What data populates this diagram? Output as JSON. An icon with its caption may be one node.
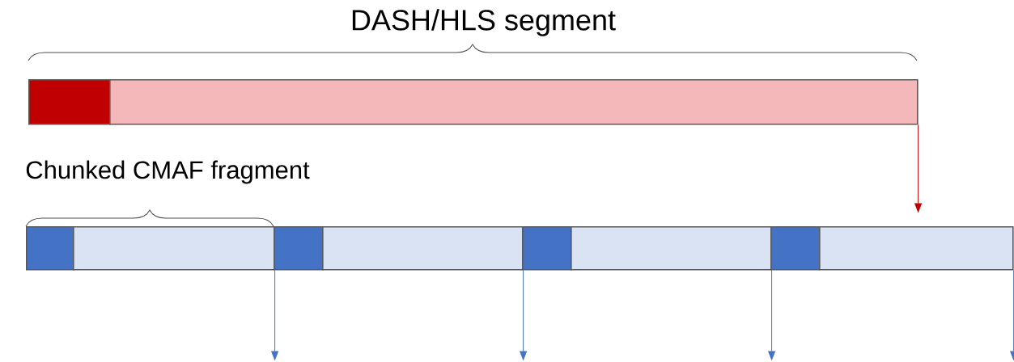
{
  "diagram": {
    "nodes": [
      {
        "text": [],
        "shape": "box"
      },
      {
        "text": [],
        "shape": "box"
      },
      {
        "text": [],
        "shape": "box"
      },
      {
        "text": [],
        "shape": "box"
      },
      {
        "text": [],
        "shape": "box"
      },
      {
        "text": [],
        "shape": "box"
      },
      {
        "text": [],
        "shape": "box"
      },
      {
        "text": [],
        "shape": "box"
      },
      {
        "text": [],
        "shape": "box"
      },
      {
        "text": [],
        "shape": "box"
      }
    ],
    "edges": [
      {
        "from": 1,
        "to": null,
        "arrow": "to",
        "color": "#c00000"
      },
      {
        "from": 3,
        "to": null,
        "arrow": "to"
      },
      {
        "from": 5,
        "to": null,
        "arrow": "to"
      },
      {
        "from": 7,
        "to": null,
        "arrow": "to"
      },
      {
        "from": 9,
        "to": null,
        "arrow": "to"
      }
    ],
    "labels": [
      "DASH/HLS segment",
      "Chunked CMAF fragment"
    ]
  }
}
